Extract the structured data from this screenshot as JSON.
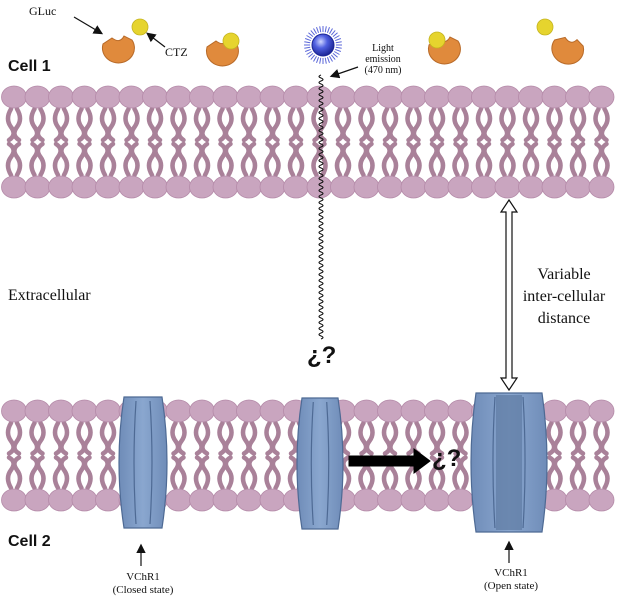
{
  "labels": {
    "gluc": "GLuc",
    "ctz": "CTZ",
    "cell1": "Cell 1",
    "cell2": "Cell 2",
    "light_line1": "Light",
    "light_line2": "emission",
    "light_line3": "(470 nm)",
    "extracellular": "Extracellular",
    "distance_line1": "Variable",
    "distance_line2": "inter-cellular",
    "distance_line3": "distance",
    "question_top": "¿?",
    "question_mid": "¿?",
    "vchr1_closed_line1": "VChR1",
    "vchr1_closed_line2": "(Closed state)",
    "vchr1_open_line1": "VChR1",
    "vchr1_open_line2": "(Open state)"
  },
  "colors": {
    "lipid_head": "#c9a5bf",
    "lipid_head_stroke": "#b48aa8",
    "lipid_tail": "#a98199",
    "channel": "#7f9cc4",
    "channel_dark": "#5e7aa3",
    "channel_stroke": "#4e6a94",
    "enzyme": "#e08a3c",
    "substrate": "#e6d42e",
    "photon": "#3a46c8"
  }
}
